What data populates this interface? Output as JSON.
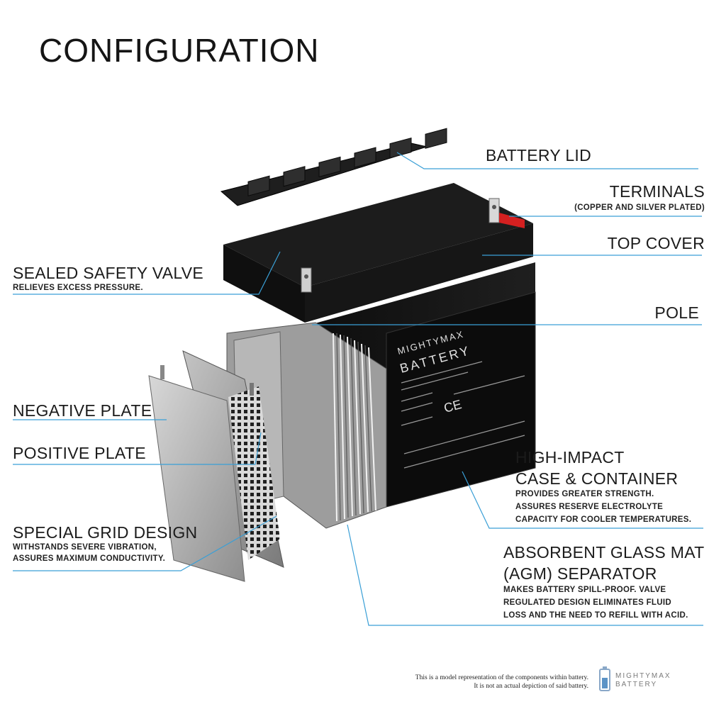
{
  "title": "CONFIGURATION",
  "labels": {
    "battery_lid": "BATTERY LID",
    "terminals": "TERMINALS",
    "terminals_sub": "(COPPER AND SILVER PLATED)",
    "top_cover": "TOP COVER",
    "pole": "POLE",
    "sealed_valve": "SEALED SAFETY VALVE",
    "sealed_valve_sub": "RELIEVES EXCESS PRESSURE.",
    "negative_plate": "NEGATIVE PLATE",
    "positive_plate": "POSITIVE PLATE",
    "special_grid": "SPECIAL GRID DESIGN",
    "special_grid_sub1": "WITHSTANDS SEVERE VIBRATION,",
    "special_grid_sub2": "ASSURES MAXIMUM CONDUCTIVITY.",
    "case_1": "HIGH-IMPACT",
    "case_2": "CASE & CONTAINER",
    "case_sub1": "PROVIDES GREATER STRENGTH.",
    "case_sub2": "ASSURES RESERVE ELECTROLYTE",
    "case_sub3": "CAPACITY FOR COOLER TEMPERATURES.",
    "agm_1": "ABSORBENT GLASS MAT",
    "agm_2": "(AGM) SEPARATOR",
    "agm_sub1": "MAKES BATTERY SPILL-PROOF. VALVE",
    "agm_sub2": "REGULATED DESIGN ELIMINATES FLUID",
    "agm_sub3": "LOSS AND THE NEED TO REFILL WITH ACID."
  },
  "battery_label": {
    "brand_line1": "MIGHTYMAX",
    "brand_line2": "BATTERY"
  },
  "disclaimer": {
    "line1": "This is a model representation of the components within battery.",
    "line2": "It is not an actual depiction of said battery."
  },
  "logo": {
    "line1": "MIGHTYMAX",
    "line2": "BATTERY"
  },
  "colors": {
    "leader_line": "#3a9fd6",
    "battery_body": "#141414",
    "plate_gray": "#a9a9a9",
    "positive_terminal": "#d42020"
  }
}
